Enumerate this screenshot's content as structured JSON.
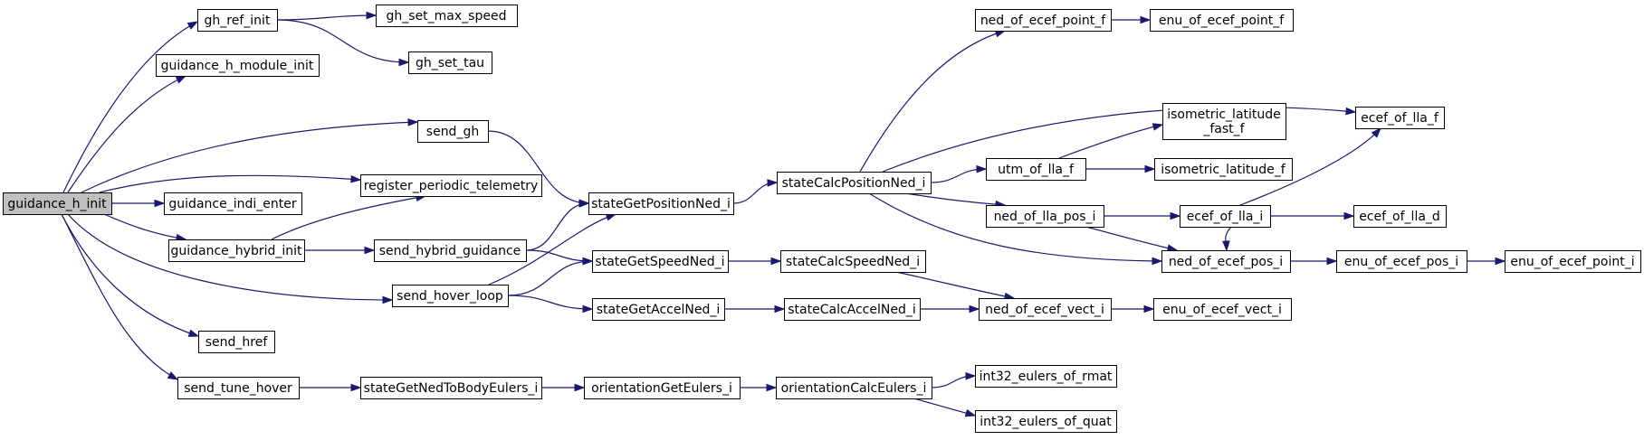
{
  "diagram": {
    "type": "call-graph",
    "colors": {
      "edge": "#191970",
      "root_fill": "#bfbfbf",
      "node_fill": "#ffffff",
      "border": "#000000"
    },
    "nodes": [
      {
        "id": "guidance_h_init",
        "label": "guidance_h_init",
        "root": true
      },
      {
        "id": "gh_ref_init",
        "label": "gh_ref_init"
      },
      {
        "id": "gh_set_max_speed",
        "label": "gh_set_max_speed"
      },
      {
        "id": "gh_set_tau",
        "label": "gh_set_tau"
      },
      {
        "id": "guidance_h_module_init",
        "label": "guidance_h_module_init"
      },
      {
        "id": "send_gh",
        "label": "send_gh"
      },
      {
        "id": "register_periodic_telemetry",
        "label": "register_periodic_telemetry"
      },
      {
        "id": "guidance_indi_enter",
        "label": "guidance_indi_enter"
      },
      {
        "id": "guidance_hybrid_init",
        "label": "guidance_hybrid_init"
      },
      {
        "id": "send_hybrid_guidance",
        "label": "send_hybrid_guidance"
      },
      {
        "id": "send_hover_loop",
        "label": "send_hover_loop"
      },
      {
        "id": "send_href",
        "label": "send_href"
      },
      {
        "id": "send_tune_hover",
        "label": "send_tune_hover"
      },
      {
        "id": "stateGetPositionNed_i",
        "label": "stateGetPositionNed_i"
      },
      {
        "id": "stateGetSpeedNed_i",
        "label": "stateGetSpeedNed_i"
      },
      {
        "id": "stateGetAccelNed_i",
        "label": "stateGetAccelNed_i"
      },
      {
        "id": "stateGetNedToBodyEulers_i",
        "label": "stateGetNedToBodyEulers_i"
      },
      {
        "id": "stateCalcPositionNed_i",
        "label": "stateCalcPositionNed_i"
      },
      {
        "id": "stateCalcSpeedNed_i",
        "label": "stateCalcSpeedNed_i"
      },
      {
        "id": "stateCalcAccelNed_i",
        "label": "stateCalcAccelNed_i"
      },
      {
        "id": "orientationGetEulers_i",
        "label": "orientationGetEulers_i"
      },
      {
        "id": "orientationCalcEulers_i",
        "label": "orientationCalcEulers_i"
      },
      {
        "id": "ned_of_ecef_point_f",
        "label": "ned_of_ecef_point_f"
      },
      {
        "id": "enu_of_ecef_point_f",
        "label": "enu_of_ecef_point_f"
      },
      {
        "id": "utm_of_lla_f",
        "label": "utm_of_lla_f"
      },
      {
        "id": "isometric_latitude_fast_f",
        "label": "isometric_latitude\n_fast_f"
      },
      {
        "id": "isometric_latitude_f",
        "label": "isometric_latitude_f"
      },
      {
        "id": "ecef_of_lla_f",
        "label": "ecef_of_lla_f"
      },
      {
        "id": "ned_of_lla_pos_i",
        "label": "ned_of_lla_pos_i"
      },
      {
        "id": "ecef_of_lla_i",
        "label": "ecef_of_lla_i"
      },
      {
        "id": "ecef_of_lla_d",
        "label": "ecef_of_lla_d"
      },
      {
        "id": "ned_of_ecef_pos_i",
        "label": "ned_of_ecef_pos_i"
      },
      {
        "id": "enu_of_ecef_pos_i",
        "label": "enu_of_ecef_pos_i"
      },
      {
        "id": "enu_of_ecef_point_i",
        "label": "enu_of_ecef_point_i"
      },
      {
        "id": "ned_of_ecef_vect_i",
        "label": "ned_of_ecef_vect_i"
      },
      {
        "id": "enu_of_ecef_vect_i",
        "label": "enu_of_ecef_vect_i"
      },
      {
        "id": "int32_eulers_of_rmat",
        "label": "int32_eulers_of_rmat"
      },
      {
        "id": "int32_eulers_of_quat",
        "label": "int32_eulers_of_quat"
      }
    ],
    "edges": [
      [
        "guidance_h_init",
        "gh_ref_init"
      ],
      [
        "guidance_h_init",
        "guidance_h_module_init"
      ],
      [
        "guidance_h_init",
        "send_gh"
      ],
      [
        "guidance_h_init",
        "register_periodic_telemetry"
      ],
      [
        "guidance_h_init",
        "guidance_indi_enter"
      ],
      [
        "guidance_h_init",
        "guidance_hybrid_init"
      ],
      [
        "guidance_h_init",
        "send_hover_loop"
      ],
      [
        "guidance_h_init",
        "send_href"
      ],
      [
        "guidance_h_init",
        "send_tune_hover"
      ],
      [
        "gh_ref_init",
        "gh_set_max_speed"
      ],
      [
        "gh_ref_init",
        "gh_set_tau"
      ],
      [
        "send_gh",
        "stateGetPositionNed_i"
      ],
      [
        "guidance_hybrid_init",
        "register_periodic_telemetry"
      ],
      [
        "guidance_hybrid_init",
        "send_hybrid_guidance"
      ],
      [
        "send_hybrid_guidance",
        "stateGetPositionNed_i"
      ],
      [
        "send_hybrid_guidance",
        "stateGetSpeedNed_i"
      ],
      [
        "send_hover_loop",
        "stateGetPositionNed_i"
      ],
      [
        "send_hover_loop",
        "stateGetSpeedNed_i"
      ],
      [
        "send_hover_loop",
        "stateGetAccelNed_i"
      ],
      [
        "send_tune_hover",
        "stateGetNedToBodyEulers_i"
      ],
      [
        "stateGetPositionNed_i",
        "stateCalcPositionNed_i"
      ],
      [
        "stateGetSpeedNed_i",
        "stateCalcSpeedNed_i"
      ],
      [
        "stateGetAccelNed_i",
        "stateCalcAccelNed_i"
      ],
      [
        "stateGetNedToBodyEulers_i",
        "orientationGetEulers_i"
      ],
      [
        "orientationGetEulers_i",
        "orientationCalcEulers_i"
      ],
      [
        "orientationCalcEulers_i",
        "int32_eulers_of_rmat"
      ],
      [
        "orientationCalcEulers_i",
        "int32_eulers_of_quat"
      ],
      [
        "stateCalcPositionNed_i",
        "ned_of_ecef_point_f"
      ],
      [
        "stateCalcPositionNed_i",
        "ecef_of_lla_f"
      ],
      [
        "stateCalcPositionNed_i",
        "utm_of_lla_f"
      ],
      [
        "stateCalcPositionNed_i",
        "ned_of_lla_pos_i"
      ],
      [
        "stateCalcPositionNed_i",
        "ned_of_ecef_pos_i"
      ],
      [
        "ned_of_ecef_point_f",
        "enu_of_ecef_point_f"
      ],
      [
        "utm_of_lla_f",
        "isometric_latitude_fast_f"
      ],
      [
        "utm_of_lla_f",
        "isometric_latitude_f"
      ],
      [
        "ned_of_lla_pos_i",
        "ecef_of_lla_i"
      ],
      [
        "ned_of_lla_pos_i",
        "ned_of_ecef_pos_i"
      ],
      [
        "ecef_of_lla_i",
        "ecef_of_lla_f"
      ],
      [
        "ecef_of_lla_i",
        "ecef_of_lla_d"
      ],
      [
        "ecef_of_lla_i",
        "ned_of_ecef_pos_i"
      ],
      [
        "ned_of_ecef_pos_i",
        "enu_of_ecef_pos_i"
      ],
      [
        "enu_of_ecef_pos_i",
        "enu_of_ecef_point_i"
      ],
      [
        "stateCalcSpeedNed_i",
        "ned_of_ecef_vect_i"
      ],
      [
        "stateCalcAccelNed_i",
        "ned_of_ecef_vect_i"
      ],
      [
        "ned_of_ecef_vect_i",
        "enu_of_ecef_vect_i"
      ]
    ]
  }
}
